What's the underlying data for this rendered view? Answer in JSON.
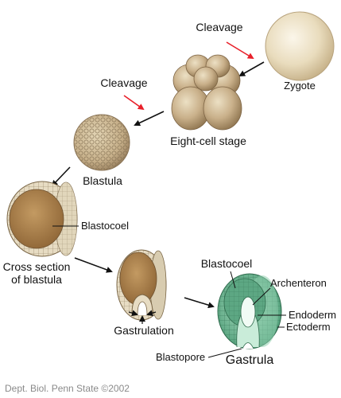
{
  "labels": {
    "cleavage_top": "Cleavage",
    "zygote": "Zygote",
    "cleavage_mid": "Cleavage",
    "eight_cell": "Eight-cell stage",
    "blastula": "Blastula",
    "blastocoel_1": "Blastocoel",
    "cross_section_line1": "Cross section",
    "cross_section_line2": "of blastula",
    "blastocoel_2": "Blastocoel",
    "archenteron": "Archenteron",
    "endoderm": "Endoderm",
    "ectoderm": "Ectoderm",
    "gastrulation": "Gastrulation",
    "blastopore": "Blastopore",
    "gastrula": "Gastrula"
  },
  "credit": "Dept. Biol. Penn State ©2002",
  "colors": {
    "cleavage_arrow": "#e8202a",
    "arrow": "#111111",
    "cell_tan": "#c9b390",
    "cavity_brown": "#a87c46",
    "gastrula_green": "#63b48c"
  }
}
